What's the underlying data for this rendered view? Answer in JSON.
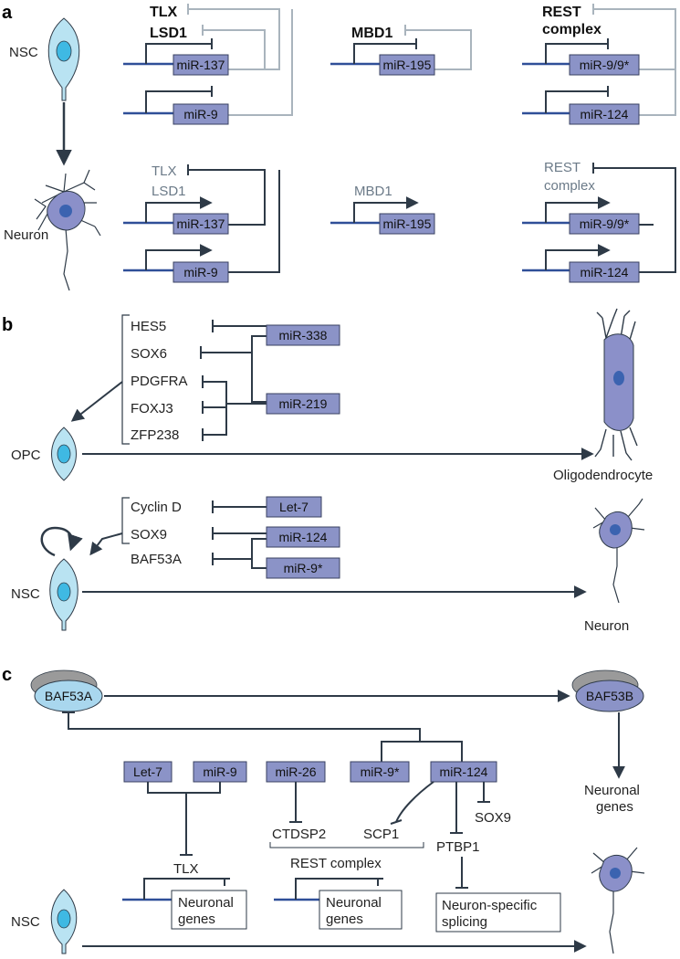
{
  "panel_labels": {
    "a": "a",
    "b": "b",
    "c": "c"
  },
  "colors": {
    "box_fill": "#8b93c7",
    "box_stroke": "#3a4160",
    "dark_line": "#2e3a47",
    "light_line": "#a9b4bd",
    "promoter_line": "#2f4f98",
    "cell_light": "#b9e3f2",
    "cell_nucleus": "#3fb9e3",
    "neuron_body": "#8b90c9",
    "neuron_nucleus": "#3b63b0",
    "baf_a": "#a9d7ee",
    "baf_b": "#8b93c7",
    "baf_back": "#9a9a9a",
    "grey_text": "#6b7a88"
  },
  "panel_a": {
    "nsc_label": "NSC",
    "neuron_label": "Neuron",
    "top": {
      "tlx": "TLX",
      "lsd1": "LSD1",
      "mbd1": "MBD1",
      "rest1": "REST",
      "rest2": "complex",
      "mir137": "miR-137",
      "mir9": "miR-9",
      "mir195": "miR-195",
      "mir9star": "miR-9/9*",
      "mir124": "miR-124"
    },
    "bottom": {
      "tlx": "TLX",
      "lsd1": "LSD1",
      "mbd1": "MBD1",
      "rest1": "REST",
      "rest2": "complex",
      "mir137": "miR-137",
      "mir9": "miR-9",
      "mir195": "miR-195",
      "mir9star": "miR-9/9*",
      "mir124": "miR-124"
    }
  },
  "panel_b": {
    "targets_opc": [
      "HES5",
      "SOX6",
      "PDGFRA",
      "FOXJ3",
      "ZFP238"
    ],
    "mir338": "miR-338",
    "mir219": "miR-219",
    "opc_label": "OPC",
    "oligo_label": "Oligodendrocyte",
    "targets_nsc": [
      "Cyclin D",
      "SOX9",
      "BAF53A"
    ],
    "let7": "Let-7",
    "mir124": "miR-124",
    "mir9star": "miR-9*",
    "nsc_label": "NSC",
    "neuron_label": "Neuron"
  },
  "panel_c": {
    "baf53a": "BAF53A",
    "baf53b": "BAF53B",
    "let7": "Let-7",
    "mir9": "miR-9",
    "mir26": "miR-26",
    "mir9star": "miR-9*",
    "mir124": "miR-124",
    "tlx": "TLX",
    "ctdsp2": "CTDSP2",
    "scp1": "SCP1",
    "sox9": "SOX9",
    "ptbp1": "PTBP1",
    "rest_complex": "REST complex",
    "neuronal_genes_right1": "Neuronal",
    "neuronal_genes_right2": "genes",
    "box1_line1": "Neuronal",
    "box1_line2": "genes",
    "box2_line1": "Neuronal",
    "box2_line2": "genes",
    "box3_line1": "Neuron-specific",
    "box3_line2": "splicing",
    "nsc_label": "NSC"
  }
}
